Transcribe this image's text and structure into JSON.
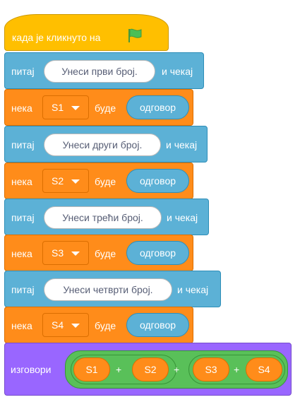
{
  "hat": {
    "label": "када је кликнуто на",
    "icon": "green-flag-icon"
  },
  "ask1": {
    "prefix": "питај",
    "text": "Унеси први број.",
    "suffix": "и чекај"
  },
  "set1": {
    "prefix": "нека",
    "var": "S1",
    "middle": "буде",
    "reporter": "одговор"
  },
  "ask2": {
    "prefix": "питај",
    "text": "Унеси други број.",
    "suffix": "и чекај"
  },
  "set2": {
    "prefix": "нека",
    "var": "S2",
    "middle": "буде",
    "reporter": "одговор"
  },
  "ask3": {
    "prefix": "питај",
    "text": "Унеси трећи број.",
    "suffix": "и чекај"
  },
  "set3": {
    "prefix": "нека",
    "var": "S3",
    "middle": "буде",
    "reporter": "одговор"
  },
  "ask4": {
    "prefix": "питај",
    "text": "Унеси четврти број.",
    "suffix": "и чекај"
  },
  "set4": {
    "prefix": "нека",
    "var": "S4",
    "middle": "буде",
    "reporter": "одговор"
  },
  "say": {
    "label": "изговори",
    "vars": [
      "S1",
      "S2",
      "S3",
      "S4"
    ],
    "op": "+"
  },
  "colors": {
    "events": "#ffbf00",
    "sensing": "#5cb1d6",
    "variables": "#ff8c1a",
    "looks": "#9966ff",
    "operators": "#59c059"
  }
}
